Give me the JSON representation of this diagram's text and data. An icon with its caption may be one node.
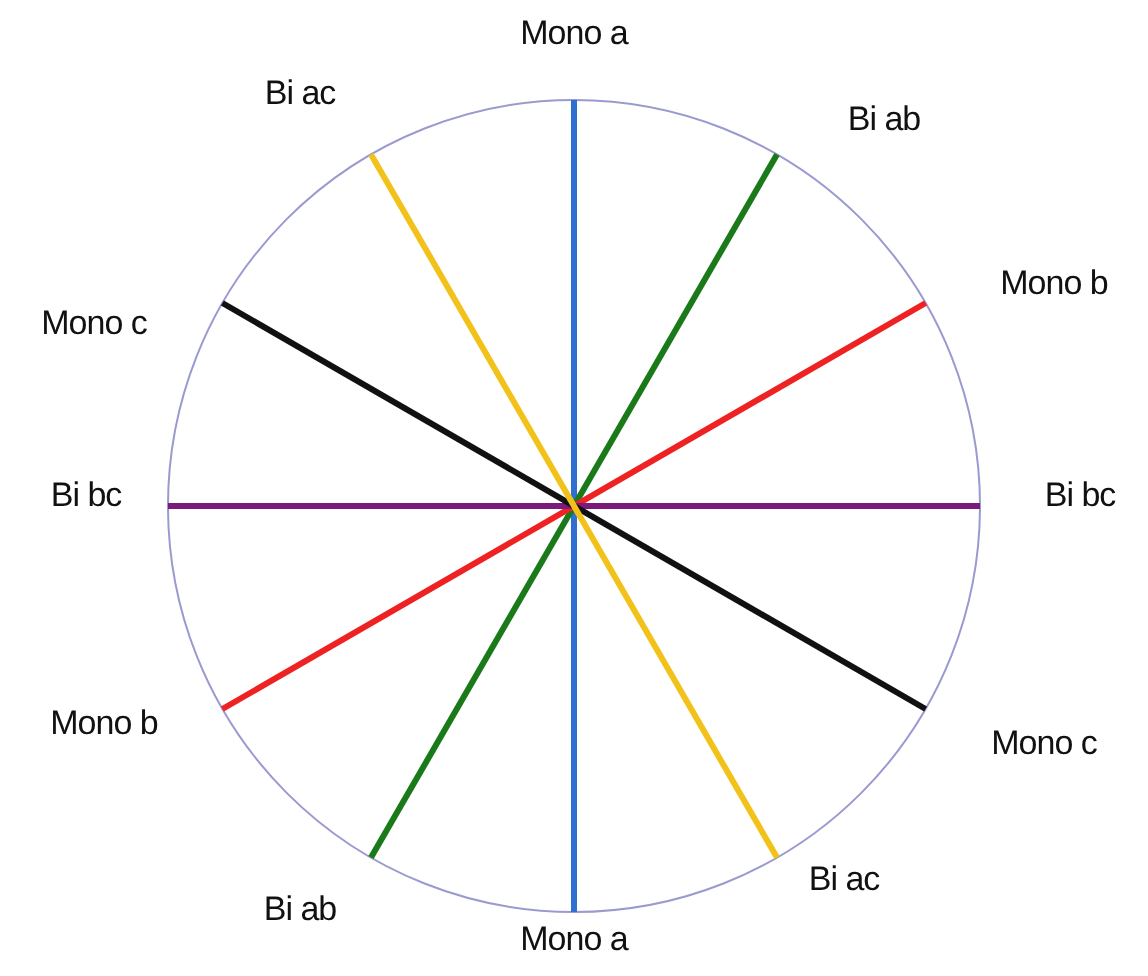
{
  "diagram": {
    "labels": [
      "Mono a",
      "Bi ac",
      "Bi ab",
      "Mono b",
      "Mono c",
      "Bi bc",
      "Bi bc",
      "Mono b",
      "Mono c",
      "Bi ac",
      "Bi ab",
      "Mono a"
    ]
  }
}
